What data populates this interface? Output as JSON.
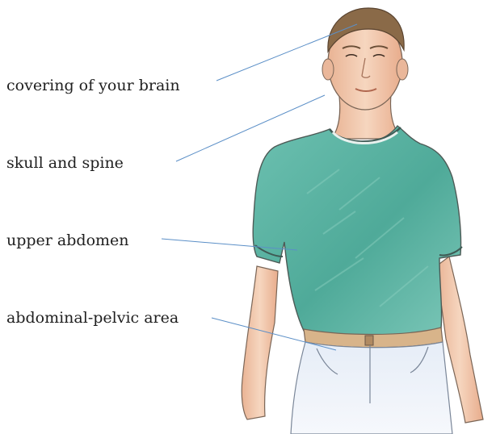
{
  "labels": {
    "brain": "covering of your brain",
    "skull": "skull and spine",
    "abdomen": "upper abdomen",
    "pelvic": "abdominal-pelvic area"
  },
  "colors": {
    "leader_line": "#5b8fc7",
    "shirt": "#5bb3a3",
    "skin": "#f2c9ad",
    "pants": "#dde6f2",
    "hair": "#8a6a48",
    "belt": "#d8b48a"
  }
}
